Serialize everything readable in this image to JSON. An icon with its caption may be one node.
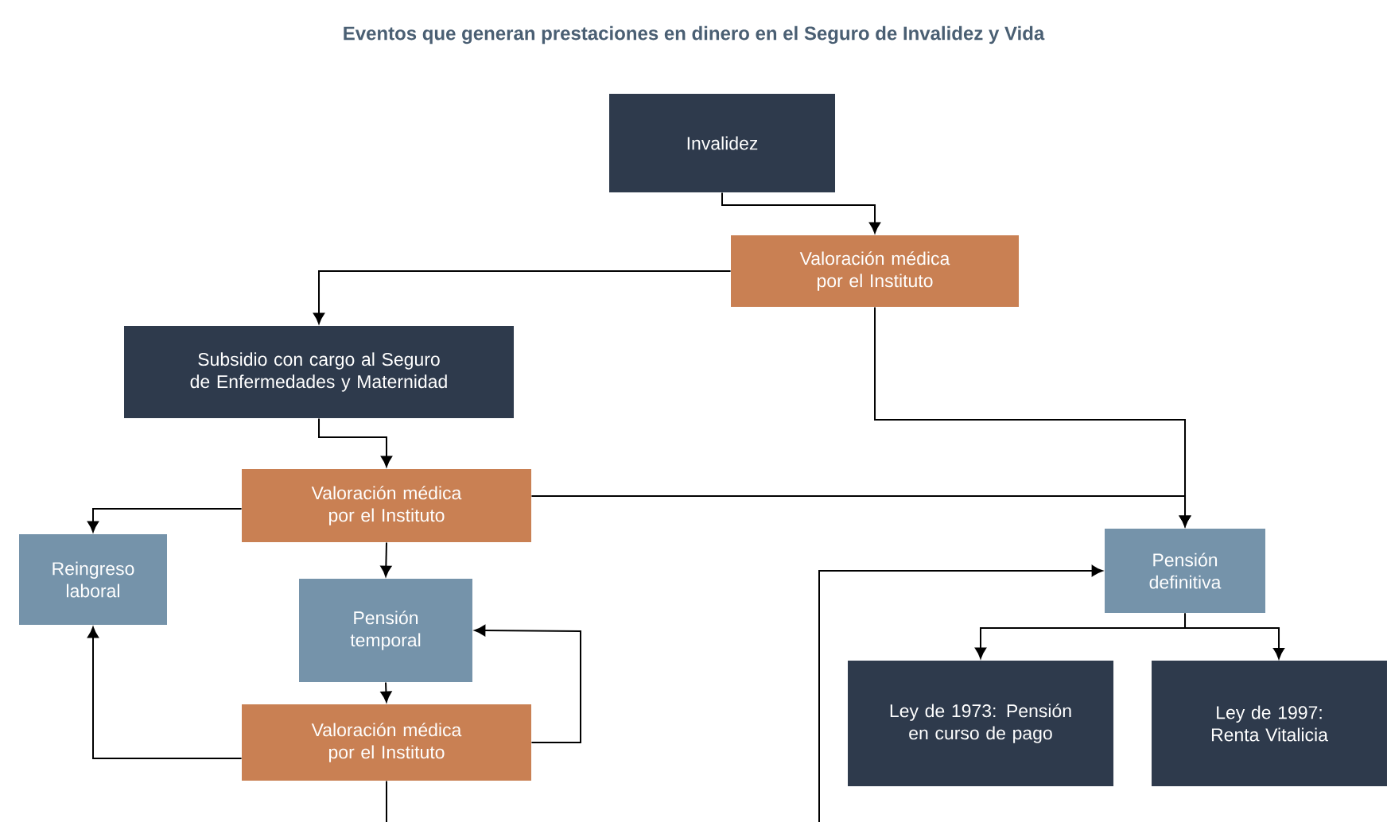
{
  "diagram": {
    "title": "Eventos que generan prestaciones en dinero en el Seguro de Invalidez y Vida",
    "nodes": [
      {
        "text": [
          "Invalidez"
        ]
      },
      {
        "text": [
          "Valoración médica por el Instituto"
        ]
      },
      {
        "text": [
          "Subsidio con cargo al Seguro de Enfermedades y Maternidad"
        ]
      },
      {
        "text": [
          "Valoración médica por el Instituto"
        ]
      },
      {
        "text": [
          "Reingreso laboral"
        ]
      },
      {
        "text": [
          "Pensión temporal"
        ]
      },
      {
        "text": [
          "Valoración médica por el Instituto"
        ]
      },
      {
        "text": [
          "Pensión definitiva"
        ]
      },
      {
        "text": [
          "Ley de 1973: Pensión en curso de pago"
        ]
      },
      {
        "text": [
          "Ley de 1997: Renta Vitalicia"
        ]
      }
    ],
    "edges": [
      {
        "from": 0,
        "to": 1,
        "arrow": "to"
      },
      {
        "from": 1,
        "to": 2,
        "arrow": "to"
      },
      {
        "from": 1,
        "to": 7,
        "arrow": "to"
      },
      {
        "from": 2,
        "to": 3,
        "arrow": "to"
      },
      {
        "from": 3,
        "to": 4,
        "arrow": "to"
      },
      {
        "from": 3,
        "to": 7,
        "arrow": "to"
      },
      {
        "from": 3,
        "to": 5,
        "arrow": "to"
      },
      {
        "from": 5,
        "to": 6,
        "arrow": "to"
      },
      {
        "from": 6,
        "to": 5,
        "arrow": "to"
      },
      {
        "from": 6,
        "to": 4,
        "arrow": "to"
      },
      {
        "from": 6,
        "to": null,
        "arrow": "none"
      },
      {
        "from": null,
        "to": 7,
        "arrow": "to"
      },
      {
        "from": 7,
        "to": 8,
        "arrow": "to"
      },
      {
        "from": 7,
        "to": 9,
        "arrow": "to"
      }
    ]
  }
}
